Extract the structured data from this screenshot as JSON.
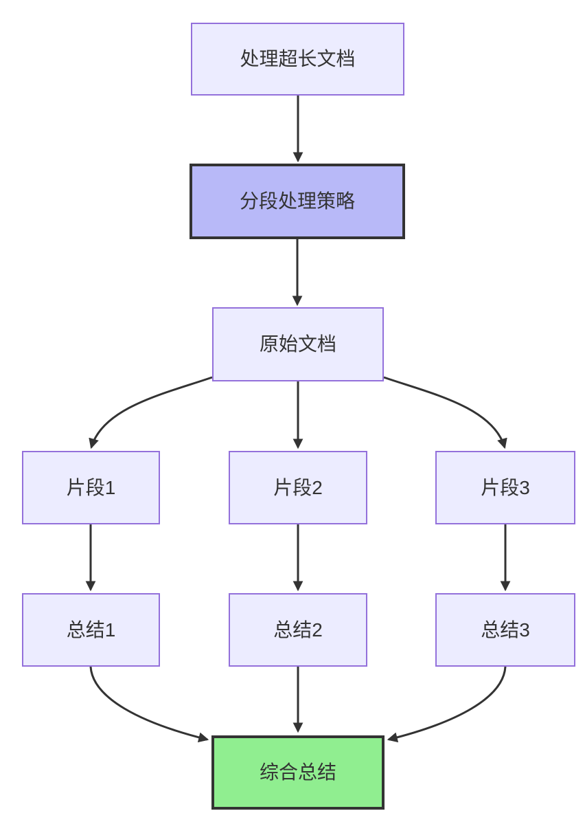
{
  "diagram": {
    "type": "flowchart",
    "direction": "top-down",
    "background": "#ffffff",
    "palette": {
      "node_fill": "#ECECFF",
      "node_border": "#9370DB",
      "highlight_fill": "#B8B9F8",
      "highlight_border": "#333333",
      "final_fill": "#90EE90",
      "final_border": "#333333",
      "edge_color": "#333333",
      "text_color": "#333333"
    },
    "nodes": [
      {
        "id": "A",
        "label": "处理超长文档",
        "variant": "default"
      },
      {
        "id": "B",
        "label": "分段处理策略",
        "variant": "highlight"
      },
      {
        "id": "C",
        "label": "原始文档",
        "variant": "default"
      },
      {
        "id": "D1",
        "label": "片段1",
        "variant": "default"
      },
      {
        "id": "D2",
        "label": "片段2",
        "variant": "default"
      },
      {
        "id": "D3",
        "label": "片段3",
        "variant": "default"
      },
      {
        "id": "S1",
        "label": "总结1",
        "variant": "default"
      },
      {
        "id": "S2",
        "label": "总结2",
        "variant": "default"
      },
      {
        "id": "S3",
        "label": "总结3",
        "variant": "default"
      },
      {
        "id": "F",
        "label": "综合总结",
        "variant": "success"
      }
    ],
    "edges": [
      {
        "from": "A",
        "to": "B"
      },
      {
        "from": "B",
        "to": "C"
      },
      {
        "from": "C",
        "to": "D1"
      },
      {
        "from": "C",
        "to": "D2"
      },
      {
        "from": "C",
        "to": "D3"
      },
      {
        "from": "D1",
        "to": "S1"
      },
      {
        "from": "D2",
        "to": "S2"
      },
      {
        "from": "D3",
        "to": "S3"
      },
      {
        "from": "S1",
        "to": "F"
      },
      {
        "from": "S2",
        "to": "F"
      },
      {
        "from": "S3",
        "to": "F"
      }
    ]
  }
}
